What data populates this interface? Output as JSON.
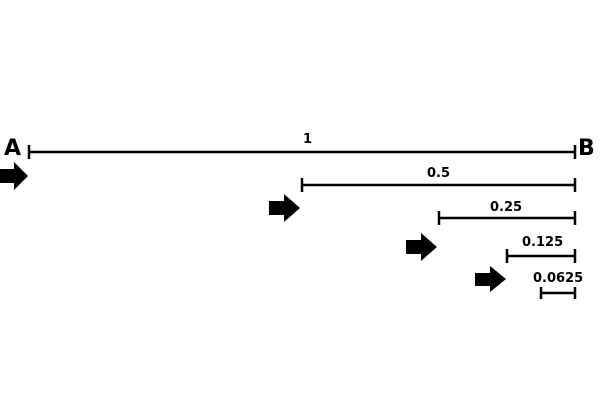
{
  "endpoints": {
    "start": "A",
    "end": "B"
  },
  "segments": [
    {
      "label": "1"
    },
    {
      "label": "0.5"
    },
    {
      "label": "0.25"
    },
    {
      "label": "0.125"
    },
    {
      "label": "0.0625"
    }
  ],
  "colors": {
    "ink": "#000000",
    "background": "#ffffff"
  },
  "icons": {
    "step_marker": "right-arrow-icon"
  }
}
